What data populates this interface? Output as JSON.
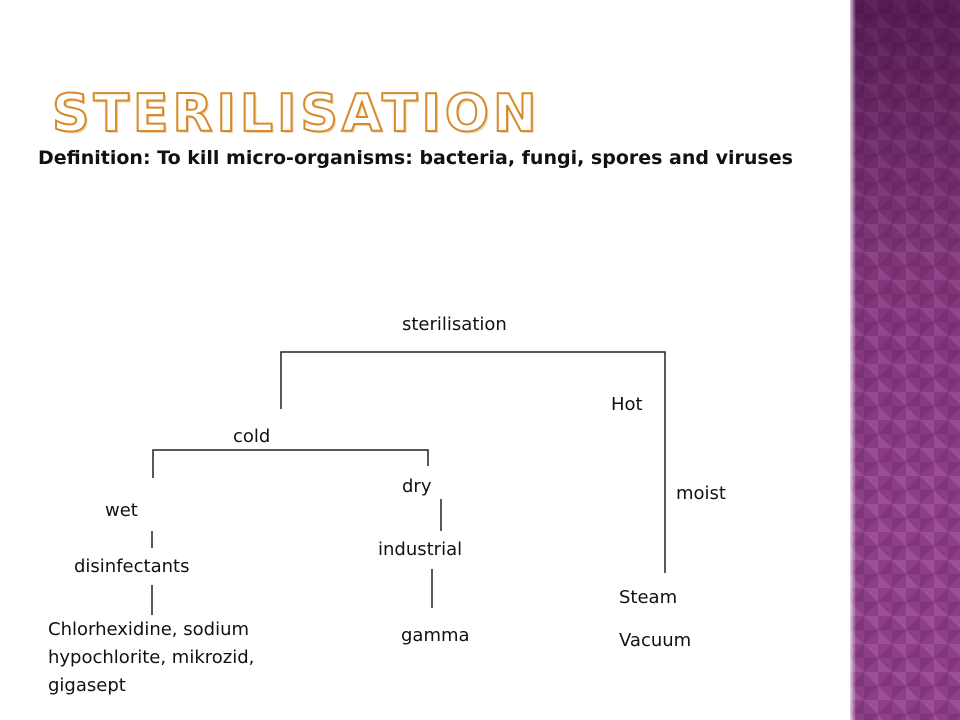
{
  "slide": {
    "title": "Sterilisation",
    "definition": "Definition: To kill micro-organisms: bacteria, fungi, spores and viruses"
  },
  "diagram": {
    "root": "sterilisation",
    "cold": "cold",
    "hot": "Hot",
    "wet": "wet",
    "dry": "dry",
    "moist": "moist",
    "disinfectants": "disinfectants",
    "industrial": "industrial",
    "chemicals": "Chlorhexidine, sodium hypochlorite, mikrozid, gigasept",
    "gamma": "gamma",
    "steam": "Steam",
    "vacuum": "Vacuum"
  },
  "colors": {
    "title_stroke": "#d58a2b",
    "side_panel": "#8e3d88"
  }
}
